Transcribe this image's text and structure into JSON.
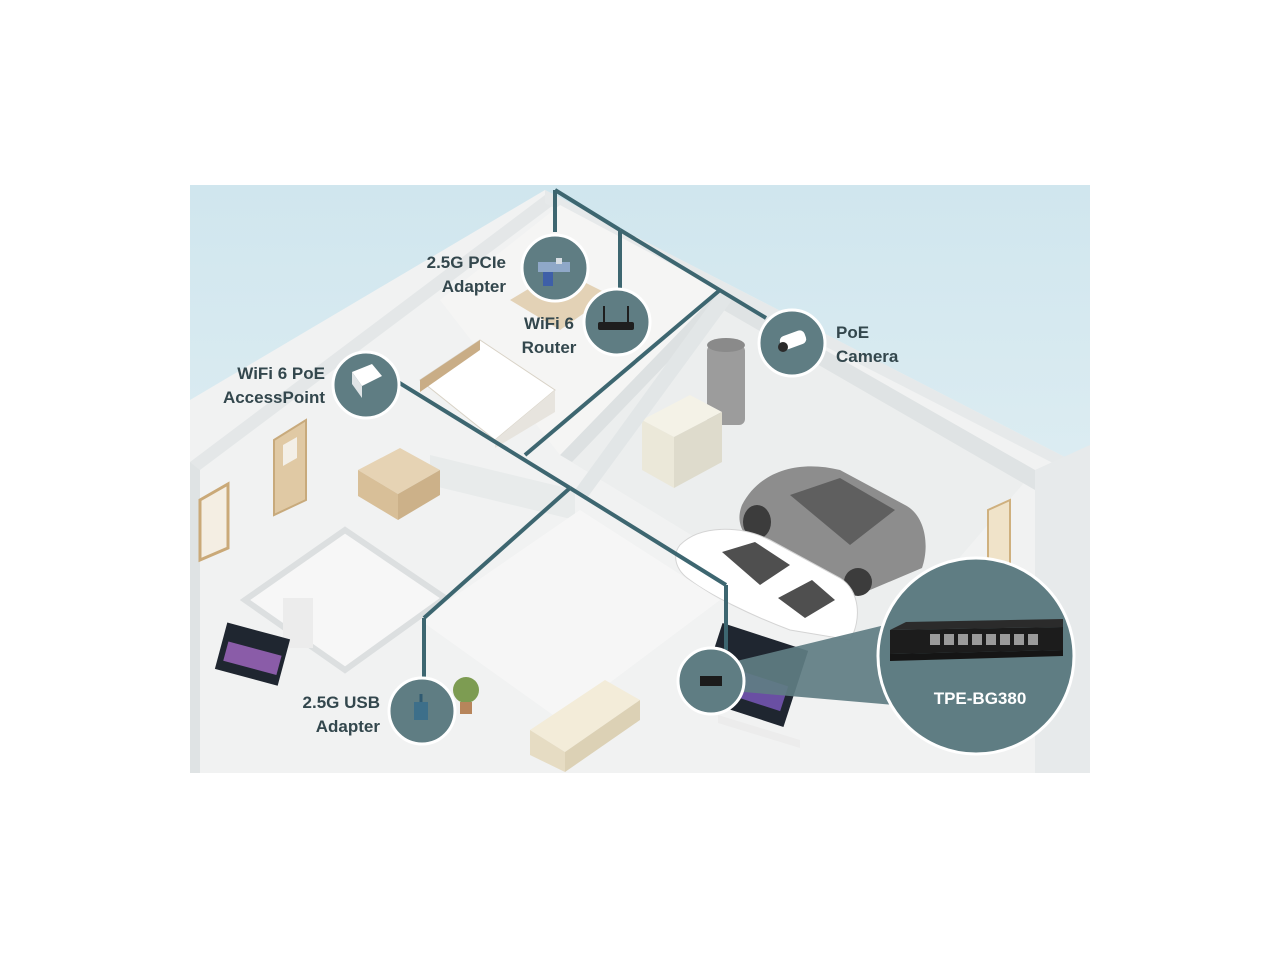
{
  "devices": {
    "pcie_adapter": {
      "line1": "2.5G PCIe",
      "line2": "Adapter",
      "icon": "pcie-card-icon"
    },
    "router": {
      "line1": "WiFi 6",
      "line2": "Router",
      "icon": "router-icon"
    },
    "camera": {
      "line1": "PoE",
      "line2": "Camera",
      "icon": "camera-icon"
    },
    "access_point": {
      "line1": "WiFi 6 PoE",
      "line2": "AccessPoint",
      "icon": "access-point-icon"
    },
    "usb_adapter": {
      "line1": "2.5G USB",
      "line2": "Adapter",
      "icon": "usb-adapter-icon"
    },
    "switch": {
      "name": "TPE-BG380",
      "icon": "network-switch-icon"
    }
  },
  "colors": {
    "cable": "#3d6670",
    "device_circle": "#5f7d83",
    "label_text": "#33474d",
    "sky": "#d6eaf1",
    "walls": "#eef0f0",
    "floor": "#f2f3f3"
  }
}
